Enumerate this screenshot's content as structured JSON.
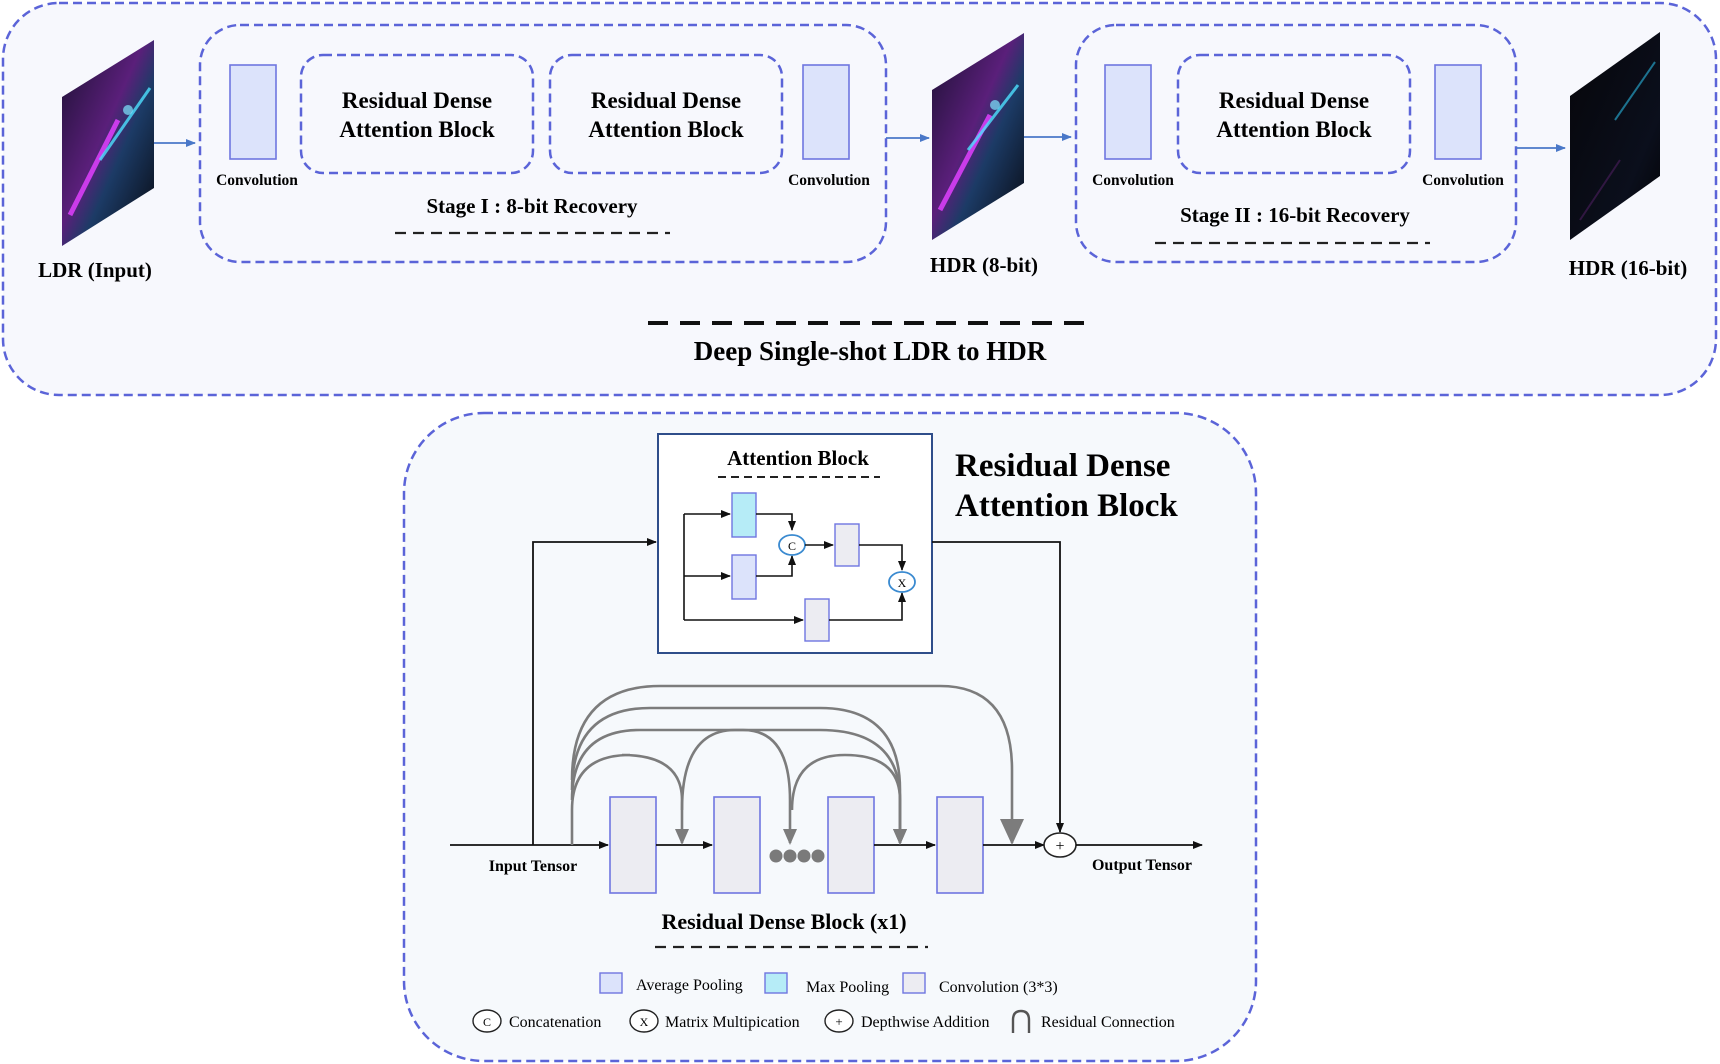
{
  "top": {
    "title": "Deep Single-shot LDR to HDR",
    "ldr_input_label": "LDR (Input)",
    "hdr8_label": "HDR (8-bit)",
    "hdr16_label": "HDR (16-bit)",
    "stage1": {
      "title": "Stage I : 8-bit Recovery",
      "conv_left": "Convolution",
      "conv_right": "Convolution",
      "rdab1_line1": "Residual Dense",
      "rdab1_line2": "Attention Block",
      "rdab2_line1": "Residual Dense",
      "rdab2_line2": "Attention Block"
    },
    "stage2": {
      "title": "Stage II : 16-bit Recovery",
      "conv_left": "Convolution",
      "conv_right": "Convolution",
      "rdab_line1": "Residual Dense",
      "rdab_line2": "Attention Block"
    }
  },
  "bottom": {
    "title_line1": "Residual Dense",
    "title_line2": "Attention Block",
    "attention_title": "Attention Block",
    "concat_symbol": "C",
    "mult_symbol": "X",
    "add_symbol": "+",
    "input_label": "Input Tensor",
    "output_label": "Output Tensor",
    "rdb_title": "Residual Dense Block (x1)",
    "legend": {
      "avg_pool": "Average Pooling",
      "max_pool": "Max Pooling",
      "conv": "Convolution (3*3)",
      "concat_symbol": "C",
      "concat": "Concatenation",
      "mult_symbol": "X",
      "mult": "Matrix Multipication",
      "add_symbol": "+",
      "add": "Depthwise Addition",
      "residual": "Residual Connection"
    }
  },
  "colors": {
    "dashed_border": "#5b64d8",
    "panel_fill": "#f6f8fc",
    "conv_block_fill": "#dce3fb",
    "conv_block_stroke": "#6f76e0",
    "max_pool_fill": "#b6ecf7",
    "small_conv_fill": "#ececf2",
    "flow_arrow": "#4a78c8",
    "gray_arrow": "#808080"
  }
}
